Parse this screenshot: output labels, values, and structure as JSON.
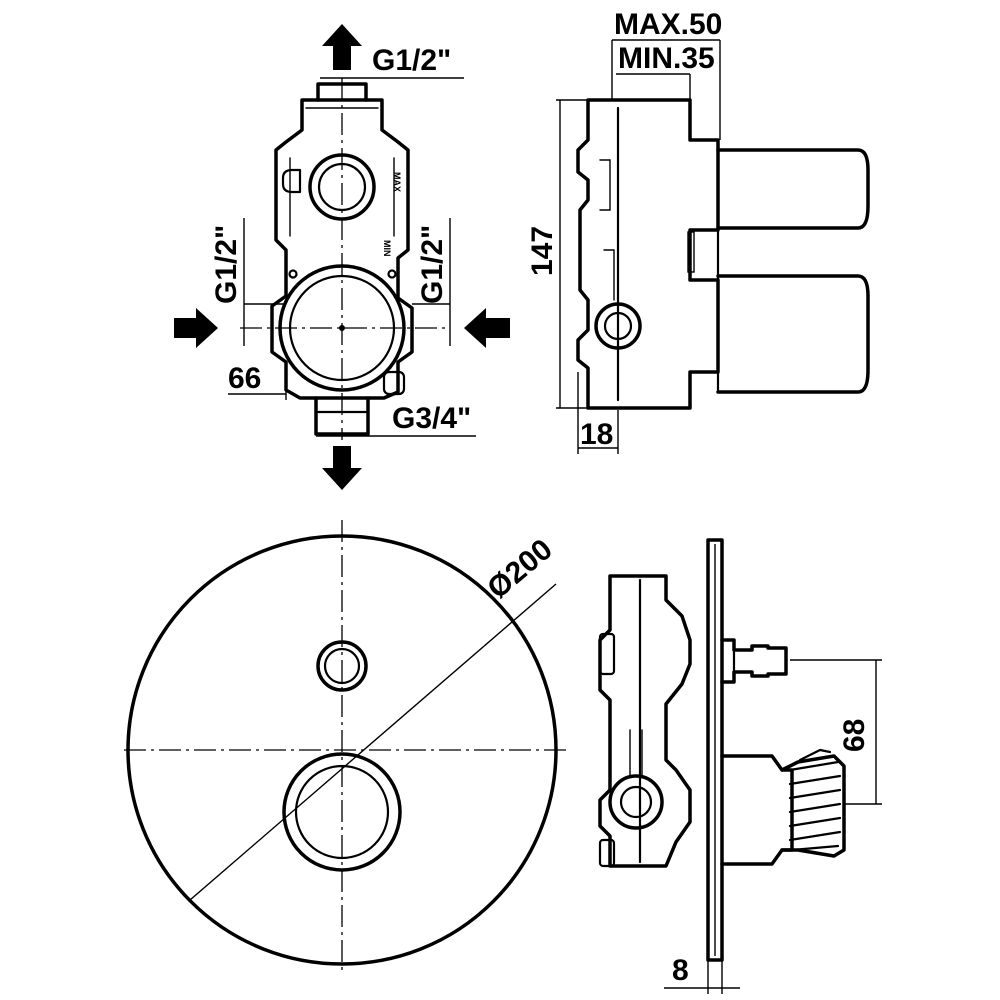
{
  "dimensions": {
    "max_depth": "MAX.50",
    "min_depth": "MIN.35",
    "top_connection": "G1/2\"",
    "left_connection": "G1/2\"",
    "right_connection": "G1/2\"",
    "bottom_connection": "G3/4\"",
    "height": "147",
    "width_left": "66",
    "offset": "18",
    "plate_diameter": "Ø200",
    "handle_spacing": "68",
    "plate_thickness": "8"
  },
  "body_marks": {
    "max": "MAX",
    "min": "MIN"
  },
  "icons": {
    "flow_in": "arrow-in-icon",
    "flow_out": "arrow-out-icon"
  }
}
